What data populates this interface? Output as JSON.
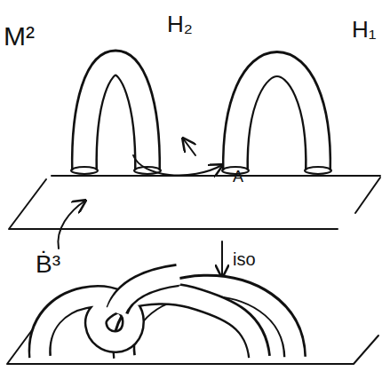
{
  "diagram": {
    "labels": [
      "M²",
      "H₂",
      "H₁",
      "A",
      "Ḃ³",
      "iso"
    ]
  }
}
